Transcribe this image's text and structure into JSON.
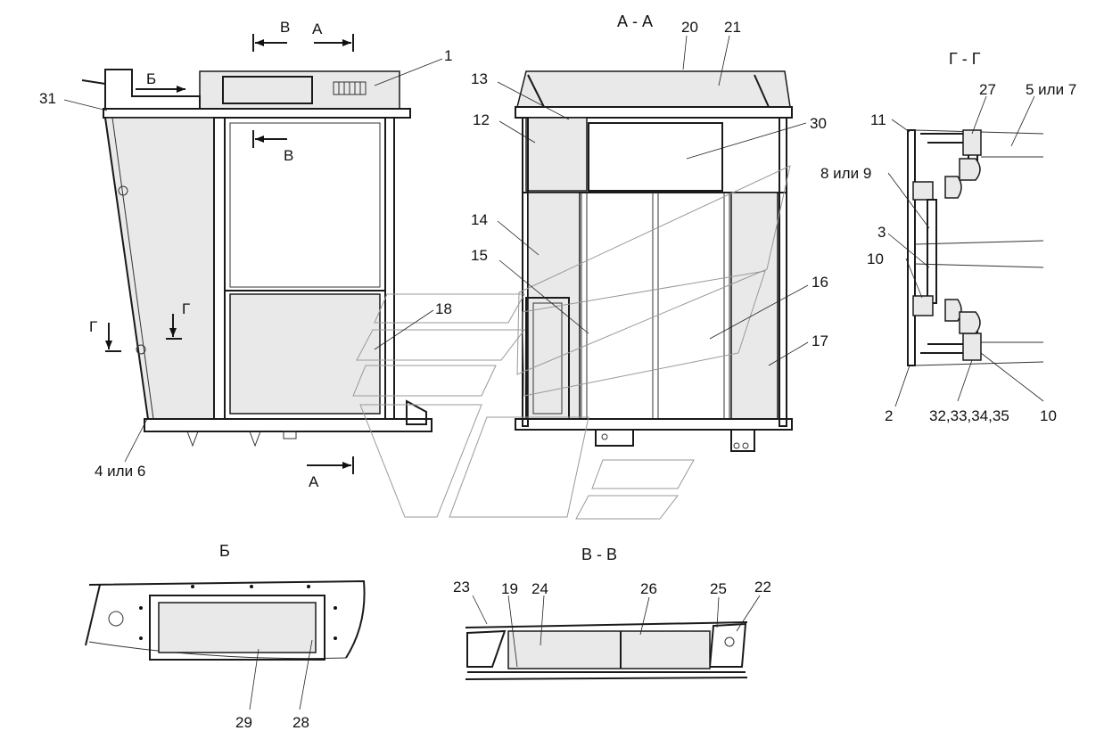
{
  "section_titles": {
    "a_a": "А - А",
    "g_g": "Г - Г",
    "b": "Б",
    "v_v": "В - В"
  },
  "cut_marks": {
    "v_top": "В",
    "a_top": "А",
    "b_arrow": "Б",
    "v_mid": "В",
    "g_left": "Г",
    "g_right": "Г",
    "a_bottom": "А"
  },
  "callouts": {
    "c1": "1",
    "c31": "31",
    "c4_6": "4 или 6",
    "c18": "18",
    "c20": "20",
    "c21": "21",
    "c13": "13",
    "c12": "12",
    "c30": "30",
    "c14": "14",
    "c15": "15",
    "c16": "16",
    "c17": "17",
    "c27": "27",
    "c5_7": "5 или 7",
    "c11": "11",
    "c8_9": "8 или 9",
    "c3": "3",
    "c10a": "10",
    "c2": "2",
    "c32_35": "32,33,34,35",
    "c10b": "10",
    "c29": "29",
    "c28": "28",
    "c23": "23",
    "c19": "19",
    "c24": "24",
    "c26": "26",
    "c25": "25",
    "c22": "22"
  },
  "colors": {
    "line": "#1a1a1a",
    "panel_fill": "#e9e9e9",
    "background": "#ffffff"
  }
}
